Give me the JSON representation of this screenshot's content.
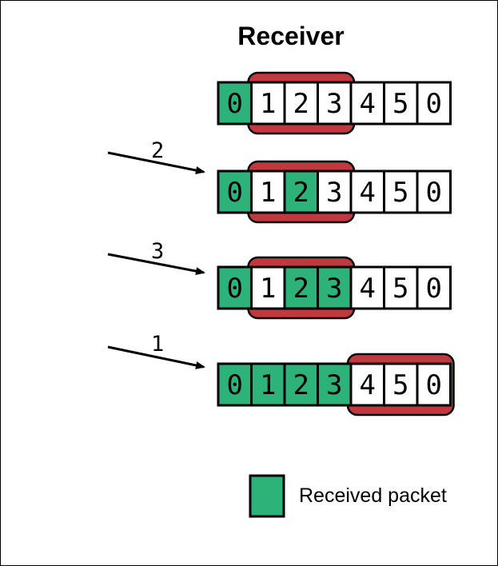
{
  "title": "Receiver",
  "colors": {
    "received": "#2db37a",
    "window": "#c1393e",
    "stroke": "#000000",
    "empty": "#ffffff"
  },
  "rows": [
    {
      "cells": [
        "0",
        "1",
        "2",
        "3",
        "4",
        "5",
        "0"
      ],
      "received": [
        true,
        false,
        false,
        false,
        false,
        false,
        false
      ],
      "window_start": 1,
      "window_size": 3,
      "arrow_label": ""
    },
    {
      "cells": [
        "0",
        "1",
        "2",
        "3",
        "4",
        "5",
        "0"
      ],
      "received": [
        true,
        false,
        true,
        false,
        false,
        false,
        false
      ],
      "window_start": 1,
      "window_size": 3,
      "arrow_label": "2"
    },
    {
      "cells": [
        "0",
        "1",
        "2",
        "3",
        "4",
        "5",
        "0"
      ],
      "received": [
        true,
        false,
        true,
        true,
        false,
        false,
        false
      ],
      "window_start": 1,
      "window_size": 3,
      "arrow_label": "3"
    },
    {
      "cells": [
        "0",
        "1",
        "2",
        "3",
        "4",
        "5",
        "0"
      ],
      "received": [
        true,
        true,
        true,
        true,
        false,
        false,
        false
      ],
      "window_start": 4,
      "window_size": 3,
      "arrow_label": "1"
    }
  ],
  "legend": {
    "label": "Received packet"
  }
}
